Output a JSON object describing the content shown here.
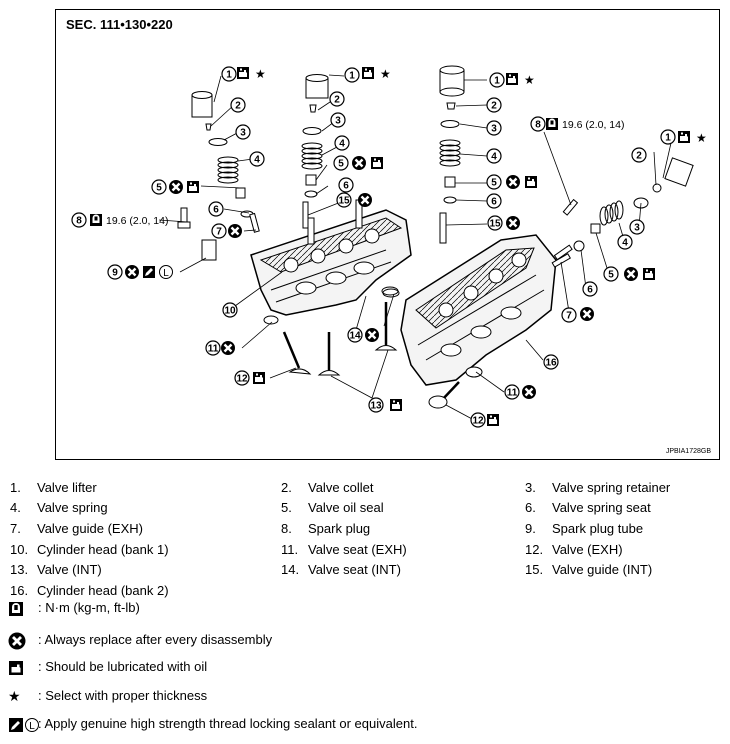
{
  "figure": {
    "section_title": "SEC. 111•130•220",
    "figure_code": "JPBIA1728GB",
    "torque_spec": "19.6 (2.0, 14)",
    "callouts": [
      "1",
      "2",
      "3",
      "4",
      "5",
      "6",
      "7",
      "8",
      "9",
      "10",
      "11",
      "12",
      "13",
      "14",
      "15",
      "16"
    ]
  },
  "parts": [
    {
      "num": "1.",
      "name": "Valve lifter"
    },
    {
      "num": "2.",
      "name": "Valve collet"
    },
    {
      "num": "3.",
      "name": "Valve spring retainer"
    },
    {
      "num": "4.",
      "name": "Valve spring"
    },
    {
      "num": "5.",
      "name": "Valve oil seal"
    },
    {
      "num": "6.",
      "name": "Valve spring seat"
    },
    {
      "num": "7.",
      "name": "Valve guide (EXH)"
    },
    {
      "num": "8.",
      "name": "Spark plug"
    },
    {
      "num": "9.",
      "name": "Spark plug tube"
    },
    {
      "num": "10.",
      "name": "Cylinder head (bank 1)"
    },
    {
      "num": "11.",
      "name": "Valve seat (EXH)"
    },
    {
      "num": "12.",
      "name": "Valve (EXH)"
    },
    {
      "num": "13.",
      "name": "Valve (INT)"
    },
    {
      "num": "14.",
      "name": "Valve seat (INT)"
    },
    {
      "num": "15.",
      "name": "Valve guide (INT)"
    },
    {
      "num": "16.",
      "name": "Cylinder head (bank 2)"
    }
  ],
  "symbols": {
    "torque": ": N·m (kg-m, ft-lb)",
    "replace": ": Always replace after every disassembly",
    "oil": ": Should be lubricated with oil",
    "star_glyph": "★",
    "star": ": Select with proper thickness",
    "sealant_letter": "L",
    "sealant": ": Apply genuine high strength thread locking sealant or equivalent."
  }
}
